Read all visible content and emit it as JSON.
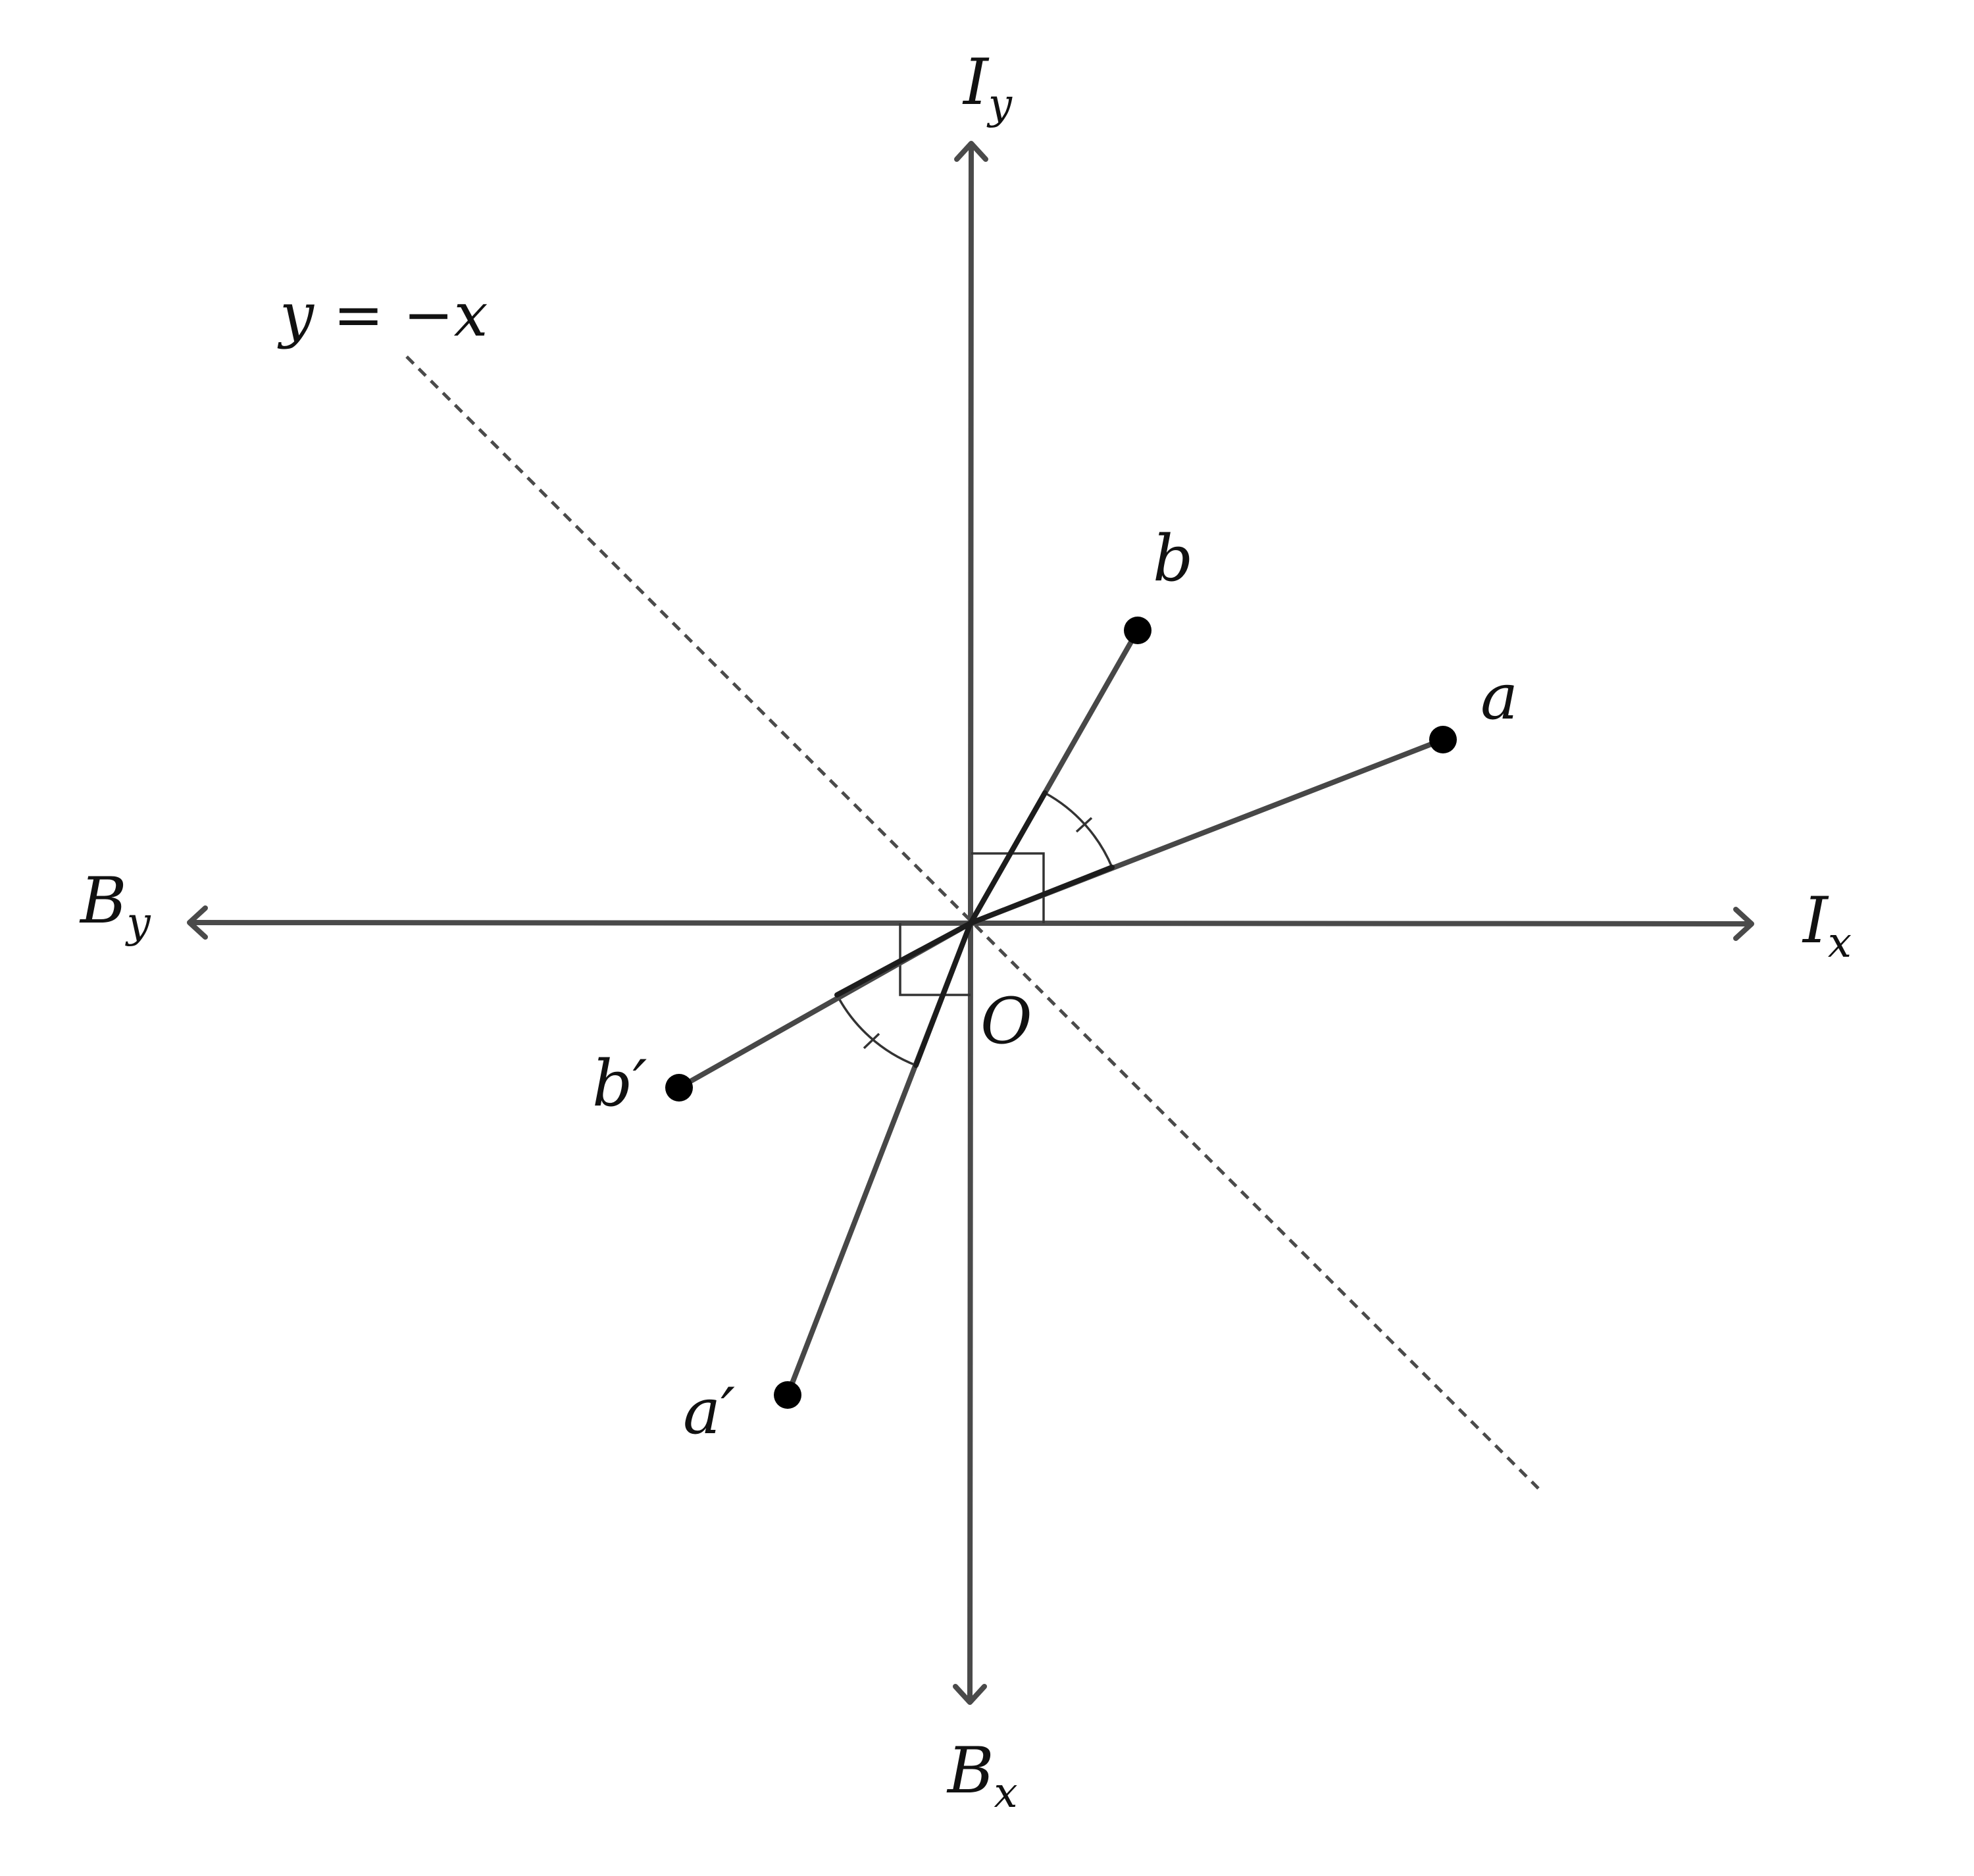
{
  "axes": {
    "positive_x": {
      "main": "I",
      "sub": "x"
    },
    "positive_y": {
      "main": "I",
      "sub": "y"
    },
    "negative_x": {
      "main": "B",
      "sub": "y"
    },
    "negative_y": {
      "main": "B",
      "sub": "x"
    }
  },
  "origin_label": "O",
  "reflection_line_label": "y = −x",
  "points": {
    "a": "a",
    "b": "b",
    "a_prime": "a′",
    "b_prime": "b′"
  }
}
